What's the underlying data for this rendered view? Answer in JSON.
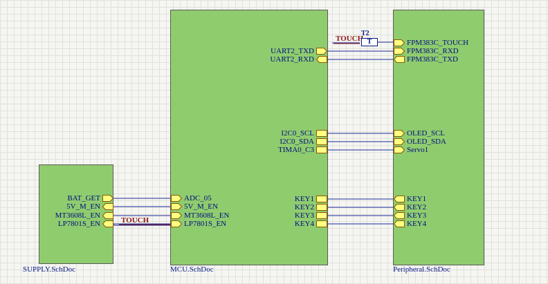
{
  "colors": {
    "sheet_fill": "#8fcc6e",
    "port_fill": "#ffff82",
    "wire": "#1a2a9a",
    "net_label": "#8a1a1a",
    "text": "#000c80"
  },
  "sheets": {
    "supply": {
      "name": "SUPPLY.SchDoc",
      "ports": [
        "BAT_GET",
        "5V_M_EN",
        "MT3608L_EN",
        "LP7801S_EN"
      ]
    },
    "mcu": {
      "name": "MCU.SchDoc",
      "left_ports": [
        "ADC_05",
        "5V_M_EN",
        "MT3608L_EN",
        "LP7801S_EN"
      ],
      "right_ports": [
        "UART2_TXD",
        "UART2_RXD",
        "I2C0_SCL",
        "I2C0_SDA",
        "TIMA0_C3",
        "KEY1",
        "KEY2",
        "KEY3",
        "KEY4"
      ]
    },
    "peripheral": {
      "name": "Peripheral.SchDoc",
      "ports": [
        "FPM383C_TOUCH",
        "FPM383C_RXD",
        "FPM383C_TXD",
        "OLED_SCL",
        "OLED_SDA",
        "Servo1",
        "KEY1",
        "KEY2",
        "KEY3",
        "KEY4"
      ]
    }
  },
  "net_labels": {
    "touch_top": "TOUCH",
    "touch_bottom": "TOUCH"
  },
  "test_point": {
    "designator": "T2",
    "body": "T"
  }
}
